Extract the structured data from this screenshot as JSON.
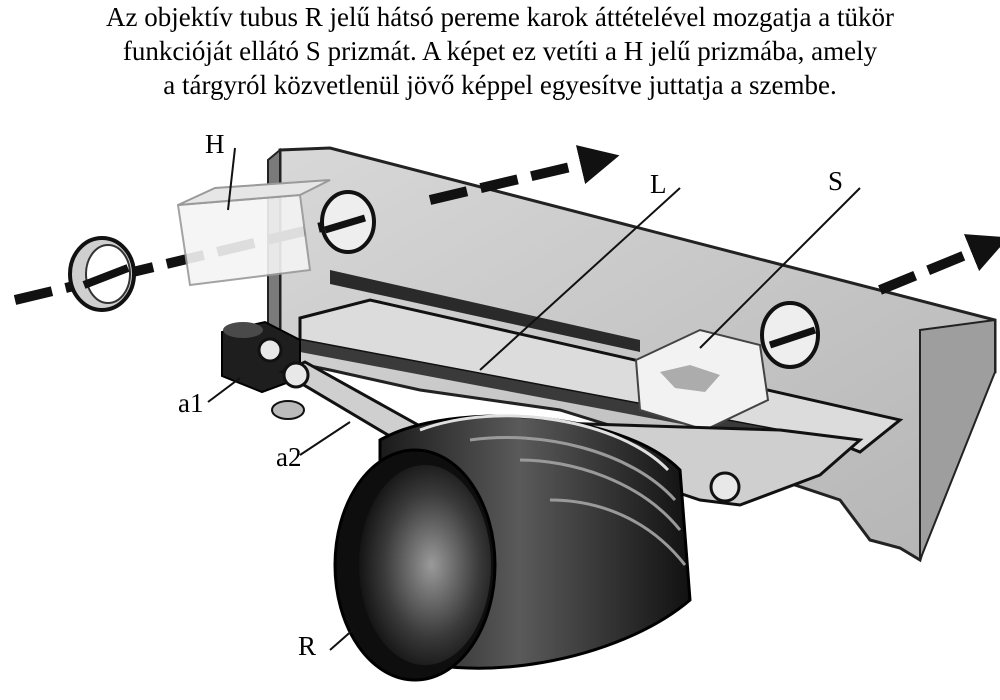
{
  "caption": {
    "lines": [
      "Az objektív tubus R jelű hátsó pereme karok áttételével mozgatja a tükör",
      "funkcióját ellátó S prizmát. A képet ez vetíti a H jelű prizmába, amely",
      "a tárgyról közvetlenül jövő képpel egyesítve juttatja a szembe."
    ]
  },
  "labels": {
    "H": "H",
    "L": "L",
    "S": "S",
    "a1": "a1",
    "a2": "a2",
    "R": "R"
  }
}
